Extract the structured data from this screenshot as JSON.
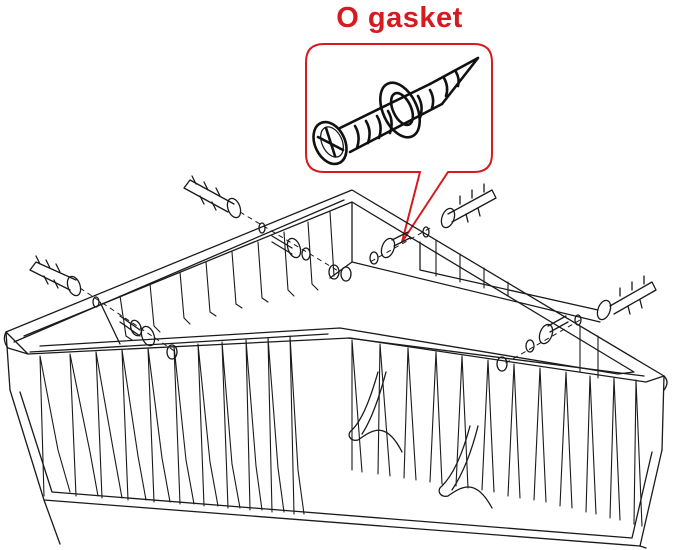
{
  "callout": {
    "label": "O gasket",
    "label_color": "#d71920",
    "border_color": "#d71920"
  },
  "parts": {
    "wall_anchor_count": 4,
    "screw_count": 4,
    "gasket_count": 4
  }
}
